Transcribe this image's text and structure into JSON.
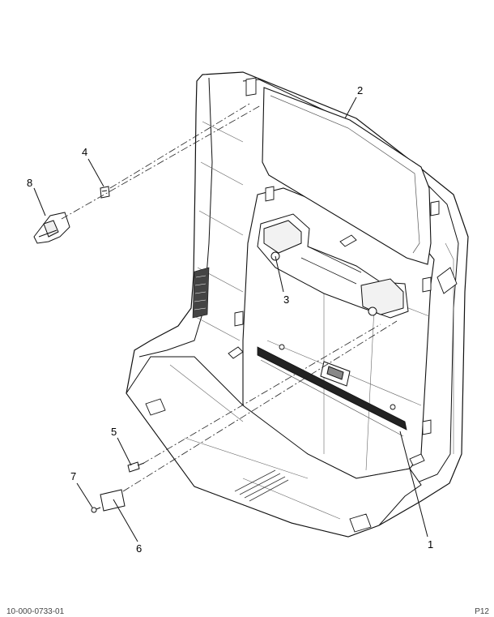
{
  "diagram": {
    "callouts": [
      {
        "id": "c1",
        "label": "1"
      },
      {
        "id": "c2",
        "label": "2"
      },
      {
        "id": "c3",
        "label": "3"
      },
      {
        "id": "c4",
        "label": "4"
      },
      {
        "id": "c5",
        "label": "5"
      },
      {
        "id": "c6",
        "label": "6"
      },
      {
        "id": "c7",
        "label": "7"
      },
      {
        "id": "c8",
        "label": "8"
      }
    ]
  },
  "footer": {
    "left_code": "10-000-0733-01",
    "right_code": "P12"
  }
}
